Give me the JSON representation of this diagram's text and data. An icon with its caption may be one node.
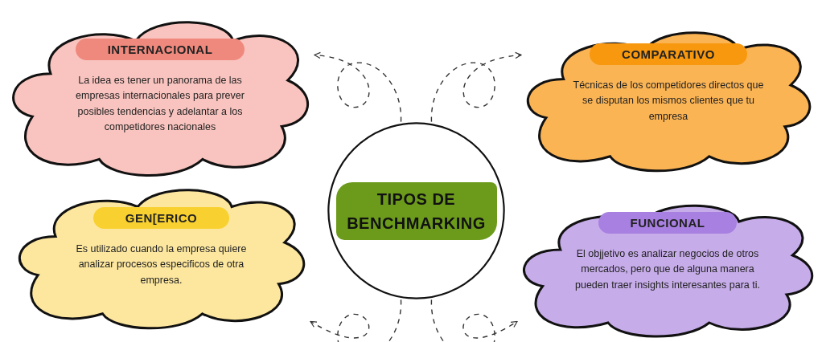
{
  "diagram": {
    "nodes": [
      {
        "text": [
          "INTERNACIONAL",
          "La idea es tener un panorama de las empresas internacionales para prever posibles tendencias y adelantar a los competidores nacionales"
        ]
      },
      {
        "text": [
          "COMPARATIVO",
          "Técnicas de los competidores directos que se disputan los mismos clientes que tu empresa"
        ]
      },
      {
        "text": [
          "TIPOS DE BENCHMARKING"
        ]
      },
      {
        "text": [
          "GEN[ERICO",
          "Es utilizado cuando la empresa quiere analizar procesos especificos de otra empresa."
        ]
      },
      {
        "text": [
          "FUNCIONAL",
          "El objjetivo es analizar negocios de otros mercados, pero que de alguna manera pueden traer insights interesantes para ti."
        ]
      }
    ],
    "edges": [
      {
        "from": 2,
        "to": 0,
        "arrow": "to",
        "style": "dashed"
      },
      {
        "from": 2,
        "to": 1,
        "arrow": "to",
        "style": "dashed"
      },
      {
        "from": 2,
        "to": 3,
        "arrow": "to",
        "style": "dashed"
      },
      {
        "from": 2,
        "to": 4,
        "arrow": "to",
        "style": "dashed"
      }
    ]
  }
}
